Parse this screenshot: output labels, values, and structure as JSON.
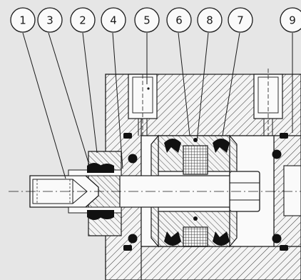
{
  "callouts": [
    {
      "label": "1"
    },
    {
      "label": "3"
    },
    {
      "label": "2"
    },
    {
      "label": "4"
    },
    {
      "label": "5"
    },
    {
      "label": "6"
    },
    {
      "label": "8"
    },
    {
      "label": "7"
    },
    {
      "label": "9"
    }
  ],
  "colors": {
    "background": "#e6e6e6",
    "body_fill": "#f7f7f7",
    "line": "#1a1a1a",
    "hatch": "#3a3a3a",
    "seal": "#111111"
  }
}
